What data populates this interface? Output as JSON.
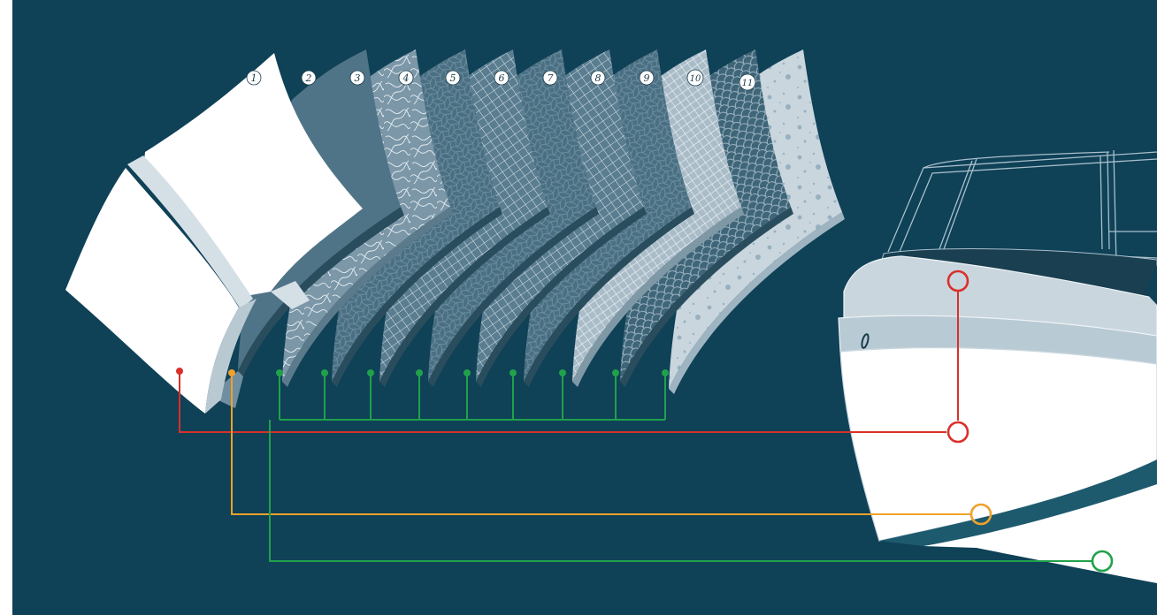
{
  "diagram": {
    "layer_labels": [
      "1",
      "2",
      "3",
      "4",
      "5",
      "6",
      "7",
      "8",
      "9",
      "10",
      "11"
    ],
    "colors": {
      "background": "#0f4157",
      "gelcoat": "#ffffff",
      "layer_dark": "#4f7487",
      "layer_light": "#c9d6de",
      "connector_red": "#d9302a",
      "connector_orange": "#f0a12a",
      "connector_green": "#20a14a"
    }
  }
}
